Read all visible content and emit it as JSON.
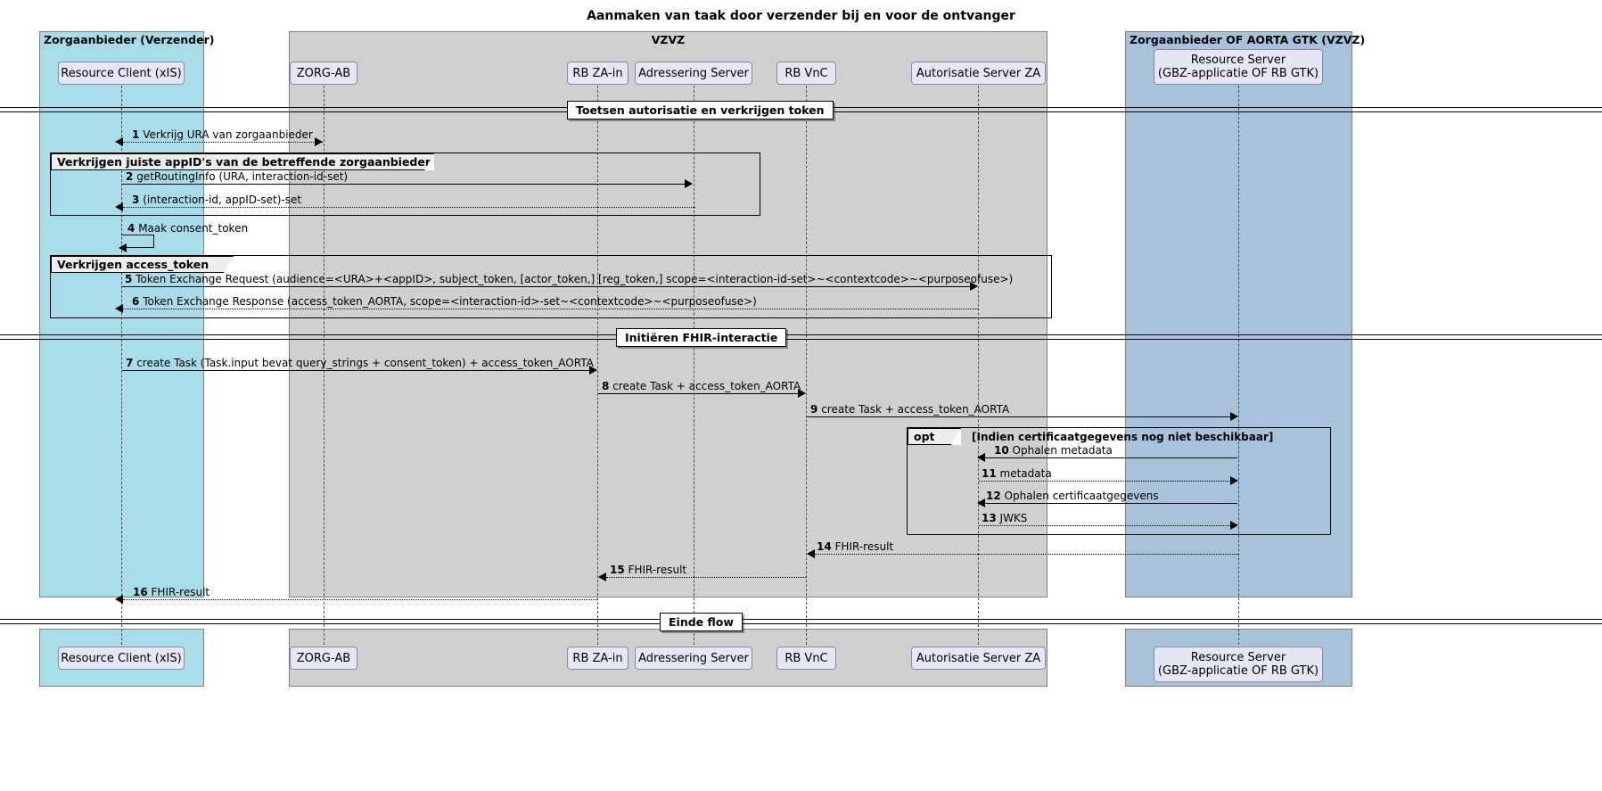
{
  "title": "Aanmaken van taak door verzender bij en voor de ontvanger",
  "boxes": [
    {
      "id": "box-left",
      "label": "Zorgaanbieder (Verzender)",
      "color": "#A9DCE9"
    },
    {
      "id": "box-mid",
      "label": "VZVZ",
      "color": "#D0D0D0"
    },
    {
      "id": "box-right",
      "label": "Zorgaanbieder OF AORTA GTK (VZVZ)",
      "color": "#A9C2DC"
    }
  ],
  "participants": [
    {
      "id": "resource-client",
      "label": "Resource Client (xIS)"
    },
    {
      "id": "zorg-ab",
      "label": "ZORG-AB"
    },
    {
      "id": "rb-za-in",
      "label": "RB ZA-in"
    },
    {
      "id": "adressering-server",
      "label": "Adressering Server"
    },
    {
      "id": "rb-vnc",
      "label": "RB VnC"
    },
    {
      "id": "autorisatie-server-za",
      "label": "Autorisatie Server ZA"
    },
    {
      "id": "resource-server",
      "label": "Resource Server\n(GBZ-applicatie OF RB GTK)"
    }
  ],
  "dividers": [
    {
      "id": "divider-1",
      "label": "Toetsen autorisatie en verkrijgen token"
    },
    {
      "id": "divider-2",
      "label": "Initiëren FHIR-interactie"
    },
    {
      "id": "divider-3",
      "label": "Einde flow"
    }
  ],
  "frames": [
    {
      "id": "frame-appid",
      "type": "group",
      "tab": "Verkrijgen juiste appID's van de betreffende zorgaanbieder",
      "condition": ""
    },
    {
      "id": "frame-token",
      "type": "group",
      "tab": "Verkrijgen access_token",
      "condition": ""
    },
    {
      "id": "frame-opt",
      "type": "opt",
      "tab": "opt",
      "condition": "[Indien certificaatgegevens nog niet beschikbaar]"
    }
  ],
  "messages": [
    {
      "num": "1",
      "text": "Verkrijg URA van zorgaanbieder"
    },
    {
      "num": "2",
      "text": "getRoutingInfo (URA, interaction-id-set)"
    },
    {
      "num": "3",
      "text": "(interaction-id, appID-set)-set"
    },
    {
      "num": "4",
      "text": "Maak consent_token"
    },
    {
      "num": "5",
      "text": "Token Exchange Request (audience=<URA>+<appID>, subject_token, [actor_token,] [reg_token,] scope=<interaction-id-set>~<contextcode>~<purposeofuse>)"
    },
    {
      "num": "6",
      "text": "Token Exchange Response (access_token_AORTA, scope=<interaction-id>-set~<contextcode>~<purposeofuse>)"
    },
    {
      "num": "7",
      "text": "create Task (Task.input bevat query_strings + consent_token) + access_token_AORTA"
    },
    {
      "num": "8",
      "text": "create Task + access_token_AORTA"
    },
    {
      "num": "9",
      "text": "create Task + access_token_AORTA"
    },
    {
      "num": "10",
      "text": "Ophalen metadata"
    },
    {
      "num": "11",
      "text": "metadata"
    },
    {
      "num": "12",
      "text": "Ophalen certificaatgegevens"
    },
    {
      "num": "13",
      "text": "JWKS"
    },
    {
      "num": "14",
      "text": "FHIR-result"
    },
    {
      "num": "15",
      "text": "FHIR-result"
    },
    {
      "num": "16",
      "text": "FHIR-result"
    }
  ]
}
